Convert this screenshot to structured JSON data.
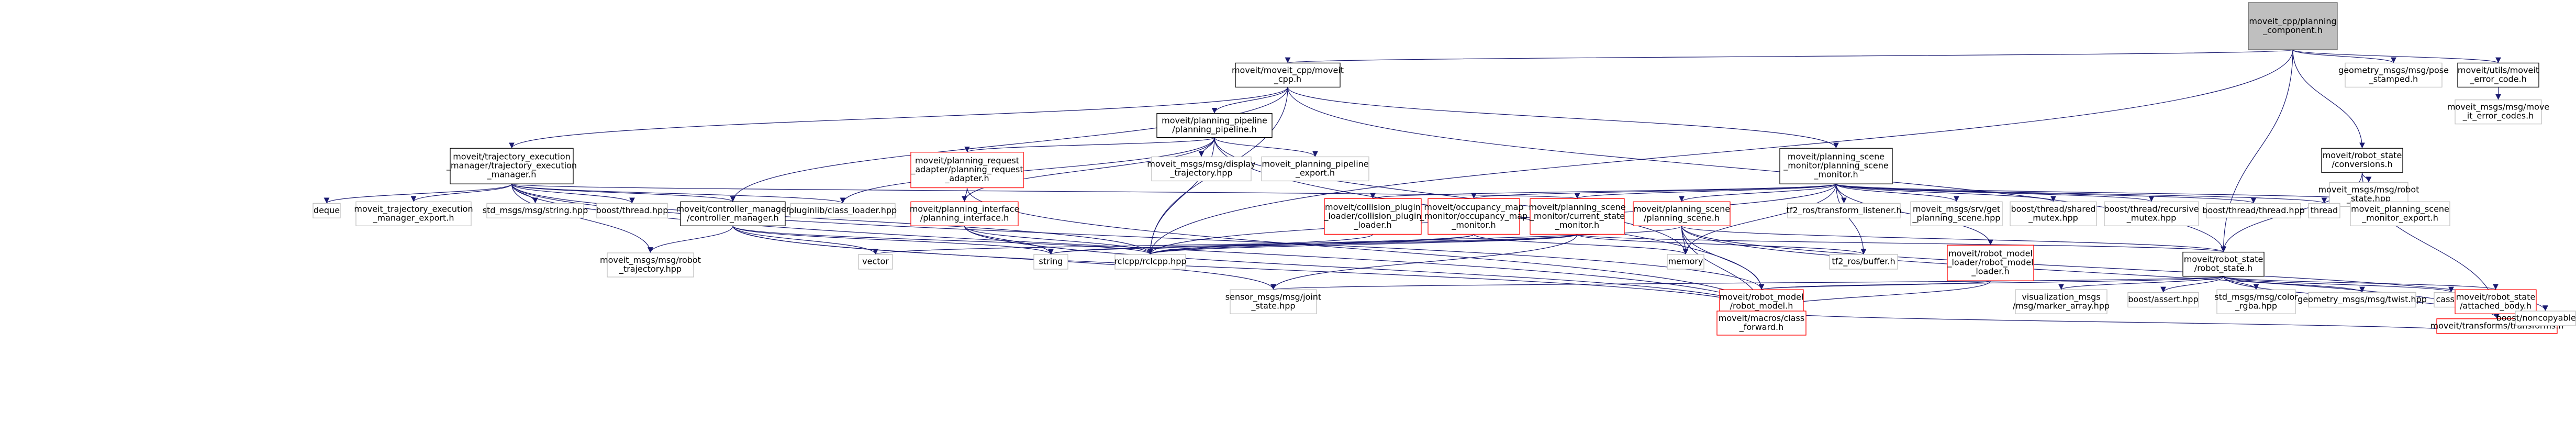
{
  "colors": {
    "edge": "#191970",
    "box_default": "#bfbfbf",
    "box_red": "#ff0000",
    "box_root_fill": "#bfbfbf",
    "text": "#000000"
  },
  "nodes": [
    {
      "id": "root",
      "lines": [
        "moveit_cpp/planning",
        "_component.h"
      ],
      "style": "root"
    },
    {
      "id": "moveit_cpp",
      "lines": [
        "moveit/moveit_cpp/moveit",
        "_cpp.h"
      ],
      "style": "black"
    },
    {
      "id": "geo_pose",
      "lines": [
        "geometry_msgs/msg/pose",
        "_stamped.h"
      ],
      "style": "gray"
    },
    {
      "id": "error_code",
      "lines": [
        "moveit/utils/moveit",
        "_error_code.h"
      ],
      "style": "black"
    },
    {
      "id": "moveit_error_codes",
      "lines": [
        "moveit_msgs/msg/move",
        "_it_error_codes.h"
      ],
      "style": "gray"
    },
    {
      "id": "planning_pipeline",
      "lines": [
        "moveit/planning_pipeline",
        "/planning_pipeline.h"
      ],
      "style": "black"
    },
    {
      "id": "trajectory_execution",
      "lines": [
        "moveit/trajectory_execution",
        "_manager/trajectory_execution",
        "_manager.h"
      ],
      "style": "black"
    },
    {
      "id": "planning_scene_monitor",
      "lines": [
        "moveit/planning_scene",
        "_monitor/planning_scene",
        "_monitor.h"
      ],
      "style": "black"
    },
    {
      "id": "robot_state_conv",
      "lines": [
        "moveit/robot_state",
        "/conversions.h"
      ],
      "style": "black"
    },
    {
      "id": "robot_state_msg",
      "lines": [
        "moveit_msgs/msg/robot",
        "_state.hpp"
      ],
      "style": "gray"
    },
    {
      "id": "planning_request_adapter",
      "lines": [
        "moveit/planning_request",
        "_adapter/planning_request",
        "_adapter.h"
      ],
      "style": "red"
    },
    {
      "id": "display_trajectory",
      "lines": [
        "moveit_msgs/msg/display",
        "_trajectory.hpp"
      ],
      "style": "gray"
    },
    {
      "id": "pipeline_export",
      "lines": [
        "moveit_planning_pipeline",
        "_export.h"
      ],
      "style": "gray"
    },
    {
      "id": "deque",
      "lines": [
        "deque"
      ],
      "style": "gray"
    },
    {
      "id": "tem_export",
      "lines": [
        "moveit_trajectory_execution",
        "_manager_export.h"
      ],
      "style": "gray"
    },
    {
      "id": "std_msgs_string",
      "lines": [
        "std_msgs/msg/string.hpp"
      ],
      "style": "gray"
    },
    {
      "id": "boost_thread",
      "lines": [
        "boost/thread.hpp"
      ],
      "style": "gray"
    },
    {
      "id": "controller_manager",
      "lines": [
        "moveit/controller_manager",
        "/controller_manager.h"
      ],
      "style": "black"
    },
    {
      "id": "pluginlib",
      "lines": [
        "pluginlib/class_loader.hpp"
      ],
      "style": "gray"
    },
    {
      "id": "planning_interface",
      "lines": [
        "moveit/planning_interface",
        "/planning_interface.h"
      ],
      "style": "red"
    },
    {
      "id": "collision_plugin",
      "lines": [
        "moveit/collision_plugin",
        "_loader/collision_plugin",
        "_loader.h"
      ],
      "style": "red"
    },
    {
      "id": "occupancy_map",
      "lines": [
        "moveit/occupancy_map",
        "_monitor/occupancy_map",
        "_monitor.h"
      ],
      "style": "red"
    },
    {
      "id": "current_state_monitor",
      "lines": [
        "moveit/planning_scene",
        "_monitor/current_state",
        "_monitor.h"
      ],
      "style": "red"
    },
    {
      "id": "planning_scene",
      "lines": [
        "moveit/planning_scene",
        "/planning_scene.h"
      ],
      "style": "red"
    },
    {
      "id": "tf2_listener",
      "lines": [
        "tf2_ros/transform_listener.h"
      ],
      "style": "gray"
    },
    {
      "id": "get_planning_scene",
      "lines": [
        "moveit_msgs/srv/get",
        "_planning_scene.hpp"
      ],
      "style": "gray"
    },
    {
      "id": "shared_mutex",
      "lines": [
        "boost/thread/shared",
        "_mutex.hpp"
      ],
      "style": "gray"
    },
    {
      "id": "recursive_mutex",
      "lines": [
        "boost/thread/recursive",
        "_mutex.hpp"
      ],
      "style": "gray"
    },
    {
      "id": "thread_hpp",
      "lines": [
        "boost/thread/thread.hpp"
      ],
      "style": "gray"
    },
    {
      "id": "thread",
      "lines": [
        "thread"
      ],
      "style": "gray"
    },
    {
      "id": "psm_export",
      "lines": [
        "moveit_planning_scene",
        "_monitor_export.h"
      ],
      "style": "gray"
    },
    {
      "id": "robot_trajectory_msg",
      "lines": [
        "moveit_msgs/msg/robot",
        "_trajectory.hpp"
      ],
      "style": "gray"
    },
    {
      "id": "vector",
      "lines": [
        "vector"
      ],
      "style": "gray"
    },
    {
      "id": "string",
      "lines": [
        "string"
      ],
      "style": "gray"
    },
    {
      "id": "rclcpp",
      "lines": [
        "rclcpp/rclcpp.hpp"
      ],
      "style": "gray"
    },
    {
      "id": "memory",
      "lines": [
        "memory"
      ],
      "style": "gray"
    },
    {
      "id": "tf2_buffer",
      "lines": [
        "tf2_ros/buffer.h"
      ],
      "style": "gray"
    },
    {
      "id": "robot_model_loader",
      "lines": [
        "moveit/robot_model",
        "_loader/robot_model",
        "_loader.h"
      ],
      "style": "red"
    },
    {
      "id": "robot_state",
      "lines": [
        "moveit/robot_state",
        "/robot_state.h"
      ],
      "style": "black"
    },
    {
      "id": "sensor_joint_state",
      "lines": [
        "sensor_msgs/msg/joint",
        "_state.hpp"
      ],
      "style": "gray"
    },
    {
      "id": "robot_model",
      "lines": [
        "moveit/robot_model",
        "/robot_model.h"
      ],
      "style": "red"
    },
    {
      "id": "marker_array",
      "lines": [
        "visualization_msgs",
        "/msg/marker_array.hpp"
      ],
      "style": "gray"
    },
    {
      "id": "boost_assert",
      "lines": [
        "boost/assert.hpp"
      ],
      "style": "gray"
    },
    {
      "id": "color_rgba",
      "lines": [
        "std_msgs/msg/color",
        "_rgba.hpp"
      ],
      "style": "gray"
    },
    {
      "id": "geo_twist",
      "lines": [
        "geometry_msgs/msg/twist.hpp"
      ],
      "style": "gray"
    },
    {
      "id": "cassert",
      "lines": [
        "cassert"
      ],
      "style": "gray"
    },
    {
      "id": "attached_body",
      "lines": [
        "moveit/robot_state",
        "/attached_body.h"
      ],
      "style": "red"
    },
    {
      "id": "transforms",
      "lines": [
        "moveit/transforms/transforms.h"
      ],
      "style": "red"
    },
    {
      "id": "class_forward",
      "lines": [
        "moveit/macros/class",
        "_forward.h"
      ],
      "style": "red"
    },
    {
      "id": "noncopyable",
      "lines": [
        "boost/noncopyable.hpp"
      ],
      "style": "gray"
    }
  ]
}
